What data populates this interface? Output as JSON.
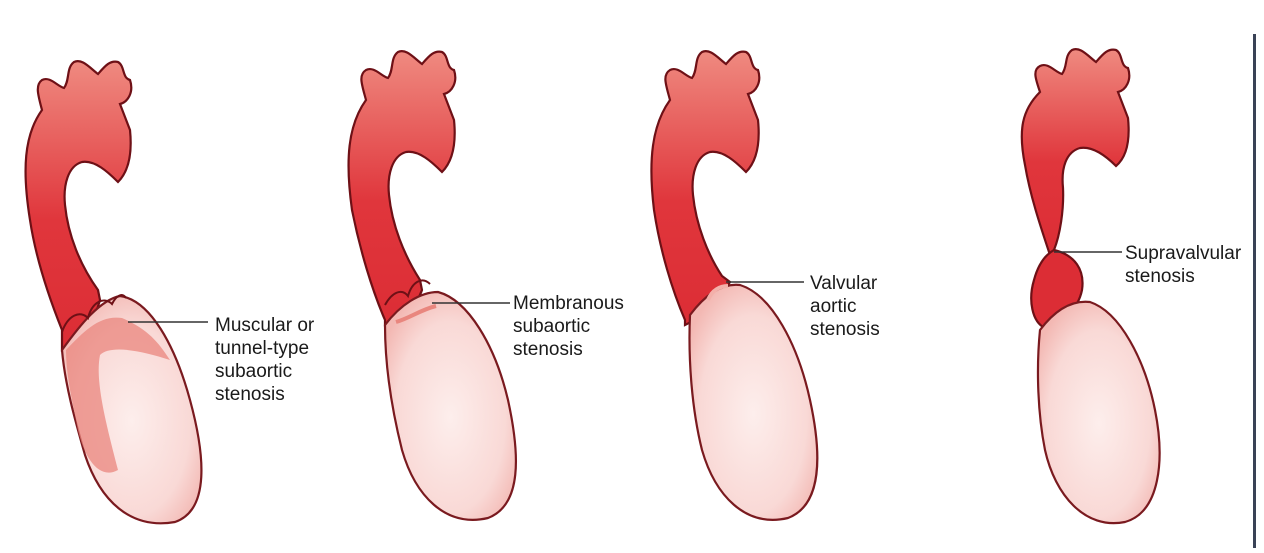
{
  "colors": {
    "aorta_dark": "#dc2d35",
    "aorta_light": "#ef8a80",
    "aorta_outline": "#6e1016",
    "ventricle_fill": "#f9d9d6",
    "ventricle_rim": "#ec9c96",
    "ventricle_outline": "#7a1a1f",
    "muscle_band": "#e9867e",
    "leader_line": "#333333",
    "text": "#1a1a1a"
  },
  "panels": [
    {
      "id": "muscular",
      "label_lines": [
        "Muscular or",
        "tunnel-type",
        "subaortic",
        "stenosis"
      ]
    },
    {
      "id": "membranous",
      "label_lines": [
        "Membranous",
        "subaortic",
        "stenosis"
      ]
    },
    {
      "id": "valvular",
      "label_lines": [
        "Valvular",
        "aortic",
        "stenosis"
      ]
    },
    {
      "id": "supravalvular",
      "label_lines": [
        "Supravalvular",
        "stenosis"
      ]
    }
  ]
}
